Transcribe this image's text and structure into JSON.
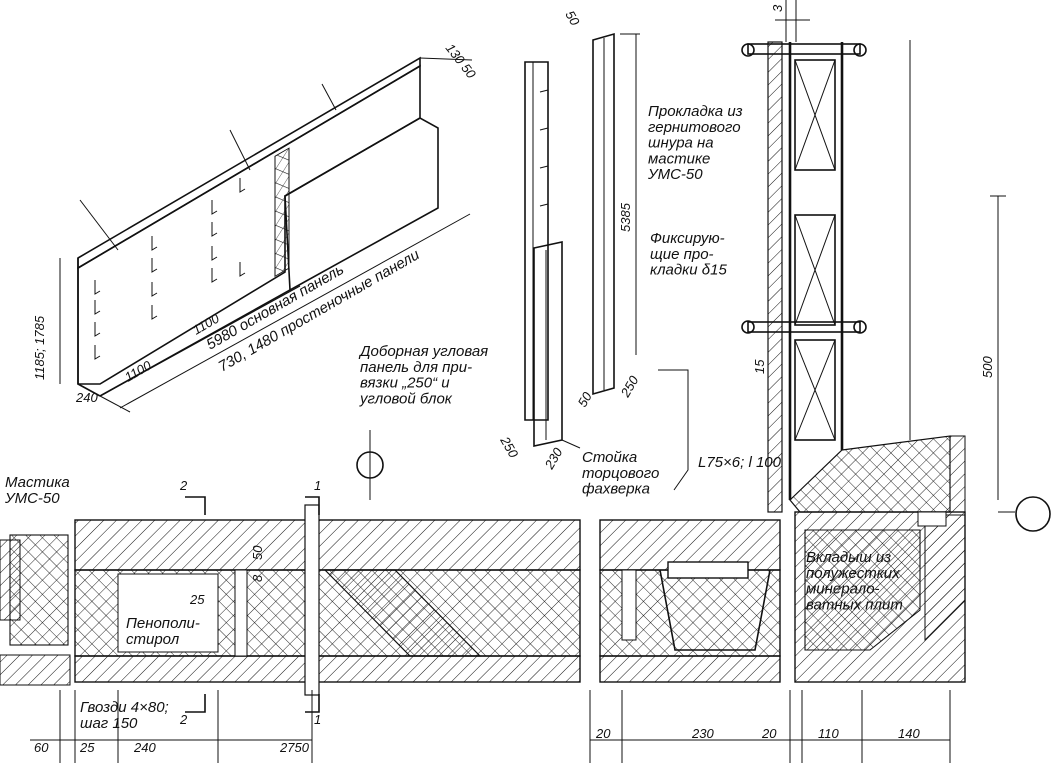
{
  "labels": {
    "mastic_left": "Мастика\nУМС-50",
    "gasket": "Прокладка из\nгернитового\nшнура на\nмастике\nУМС-50",
    "fixing_pads": "Фиксирую-\nщие про-\nкладки δ15",
    "corner_panel": "Доборная угловая\nпанель для при-\nвязки „250“ и\nугловой блок",
    "main_panel": "5980 основная панель",
    "partition_panels": "730, 1480 простеночные панели",
    "post": "Стойка\nторцового\nфахверка",
    "angle": "L75×6; l 100",
    "insert": "Вкладыш из\nполужестких\nминерало-\nватных плит",
    "polystyrene": "Пенополи-\nстирол",
    "nails": "Гвозди 4×80;\nшаг 150"
  },
  "dimensions": {
    "iso_130_50": "130 50",
    "iso_height": "1185; 1785",
    "iso_1100_a": "1100",
    "iso_1100_b": "1100",
    "iso_240": "240",
    "col_50": "50",
    "col_5385": "5385",
    "col_250_a": "250",
    "col_50_b": "50",
    "col_250_b": "250",
    "col_230": "230",
    "top_3": "3",
    "right_500": "500",
    "right_15": "15",
    "sec_50": "50",
    "sec_8": "8",
    "sec_25": "25",
    "bot_60": "60",
    "bot_25": "25",
    "bot_240": "240",
    "bot_2750": "2750",
    "bot_20a": "20",
    "bot_230": "230",
    "bot_20b": "20",
    "bot_110": "110",
    "bot_140": "140"
  },
  "section_marks": {
    "s2_top": "2",
    "s1_top": "1",
    "s2_bot": "2",
    "s1_bot": "1"
  },
  "colors": {
    "ink": "#111111",
    "paper": "#ffffff"
  }
}
